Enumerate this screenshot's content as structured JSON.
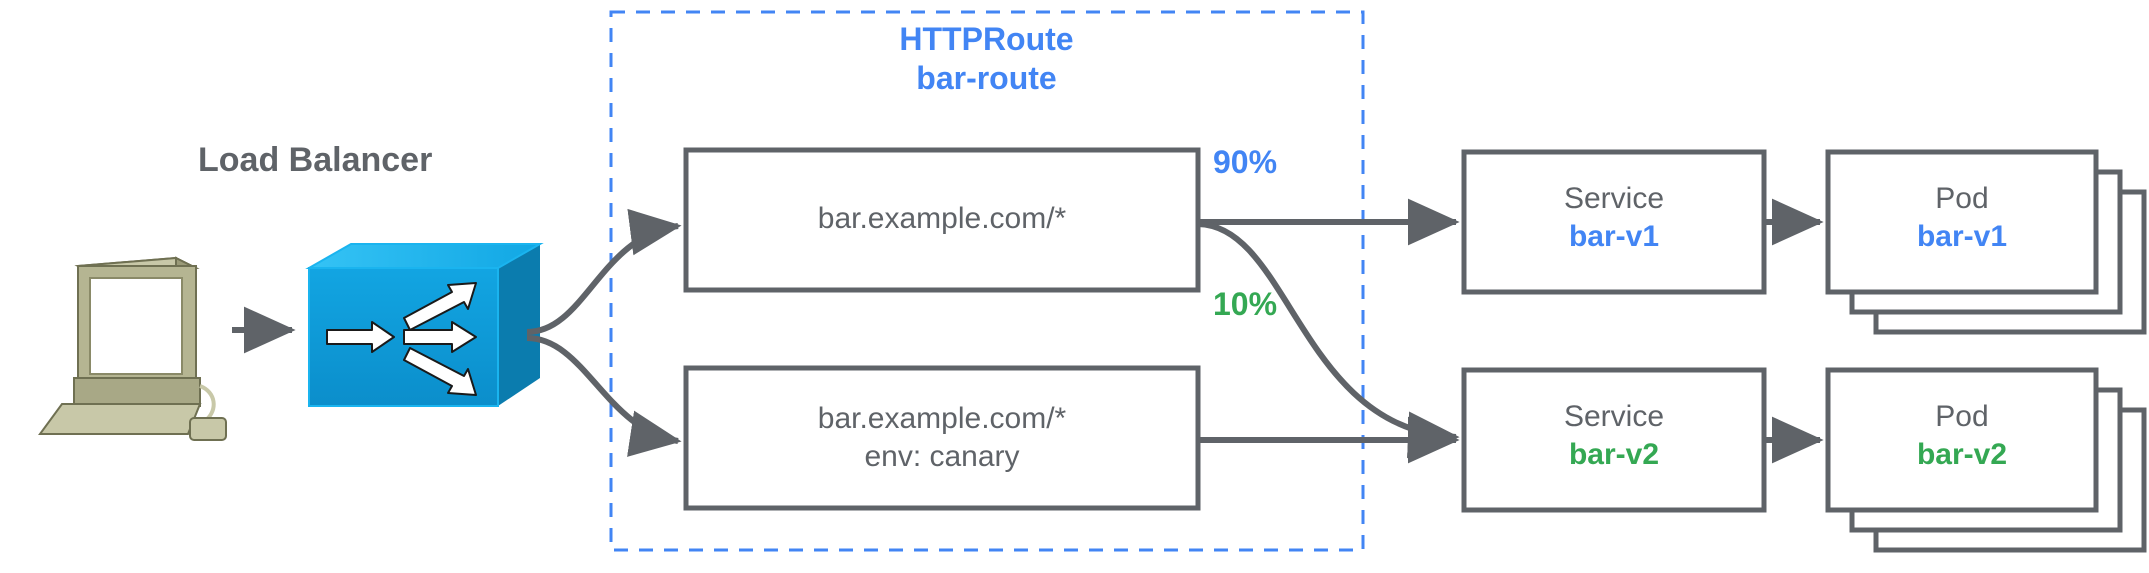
{
  "diagram": {
    "title": "Gateway API HTTPRoute traffic splitting diagram",
    "colors": {
      "blue": "#4285f4",
      "green": "#34a853",
      "gray_stroke": "#5f6368",
      "lb_blue": "#0d9ddb",
      "client_khaki": "#a9a97f"
    }
  },
  "client": {
    "icon": "workstation-icon"
  },
  "load_balancer": {
    "label": "Load Balancer",
    "icon": "load-balancer-switch-icon"
  },
  "httproute": {
    "kind_label": "HTTPRoute",
    "name_label": "bar-route",
    "rules": [
      {
        "id": "rule-primary",
        "match": "bar.example.com/*",
        "extra": ""
      },
      {
        "id": "rule-canary",
        "match": "bar.example.com/*",
        "extra": "env: canary"
      }
    ]
  },
  "weights": [
    {
      "id": "weight-90",
      "value": "90%",
      "color": "#4285f4"
    },
    {
      "id": "weight-10",
      "value": "10%",
      "color": "#34a853"
    }
  ],
  "services": [
    {
      "id": "service-bar-v1",
      "kind": "Service",
      "name": "bar-v1",
      "color": "#4285f4"
    },
    {
      "id": "service-bar-v2",
      "kind": "Service",
      "name": "bar-v2",
      "color": "#34a853"
    }
  ],
  "pods": [
    {
      "id": "pod-bar-v1",
      "kind": "Pod",
      "name": "bar-v1",
      "color": "#4285f4",
      "replicas": 3
    },
    {
      "id": "pod-bar-v2",
      "kind": "Pod",
      "name": "bar-v2",
      "color": "#34a853",
      "replicas": 3
    }
  ]
}
